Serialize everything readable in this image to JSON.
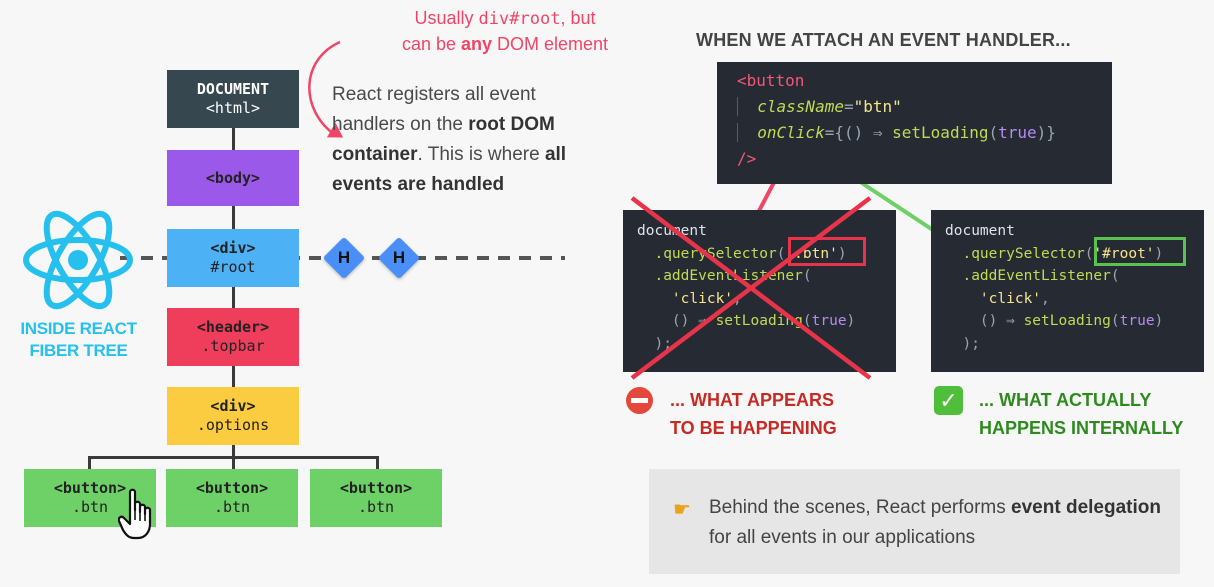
{
  "tree": {
    "document": {
      "line1": "DOCUMENT",
      "line2": "<html>"
    },
    "body": {
      "line1": "<body>"
    },
    "root": {
      "line1": "<div>",
      "line2": "#root"
    },
    "header": {
      "line1": "<header>",
      "line2": ".topbar"
    },
    "options": {
      "line1": "<div>",
      "line2": ".options"
    },
    "buttons": [
      {
        "line1": "<button>",
        "line2": ".btn"
      },
      {
        "line1": "<button>",
        "line2": ".btn"
      },
      {
        "line1": "<button>",
        "line2": ".btn"
      }
    ],
    "handlers": [
      "H",
      "H"
    ],
    "fiber_label": "INSIDE REACT FIBER TREE"
  },
  "note": {
    "part1": "Usually ",
    "code": "div#root",
    "part2": ", but",
    "part3": "can be ",
    "bold": "any",
    "part4": " DOM element"
  },
  "description": {
    "t1": "React registers all event handlers on the ",
    "b1": "root DOM container",
    "t2": ". This is where ",
    "b2": "all events are handled"
  },
  "heading": "WHEN WE ATTACH AN EVENT HANDLER...",
  "code_top": {
    "open": "<button",
    "attr1": "className",
    "val1": "\"btn\"",
    "attr2": "onClick",
    "fn": "setLoading",
    "bool": "true",
    "close": "/>"
  },
  "code_left": {
    "obj": "document",
    "method1": ".querySelector",
    "arg1": "'.btn'",
    "method2": ".addEventListener",
    "evt": "'click'",
    "fn": "setLoading",
    "bool": "true"
  },
  "code_right": {
    "obj": "document",
    "method1": ".querySelector",
    "arg1": "'#root'",
    "method2": ".addEventListener",
    "evt": "'click'",
    "fn": "setLoading",
    "bool": "true"
  },
  "label_wrong": {
    "line1": "... WHAT APPEARS",
    "line2": "TO BE HAPPENING"
  },
  "label_right": {
    "line1": "... WHAT ACTUALLY",
    "line2": "HAPPENS INTERNALLY"
  },
  "callout": {
    "t1": "Behind the scenes, React performs ",
    "b1": "event delegation",
    "t2": " for all events in our applications"
  },
  "colors": {
    "react": "#26c0ee",
    "wrong": "#e8344a",
    "right": "#5bc24f",
    "handler": "#4a8ff7"
  }
}
